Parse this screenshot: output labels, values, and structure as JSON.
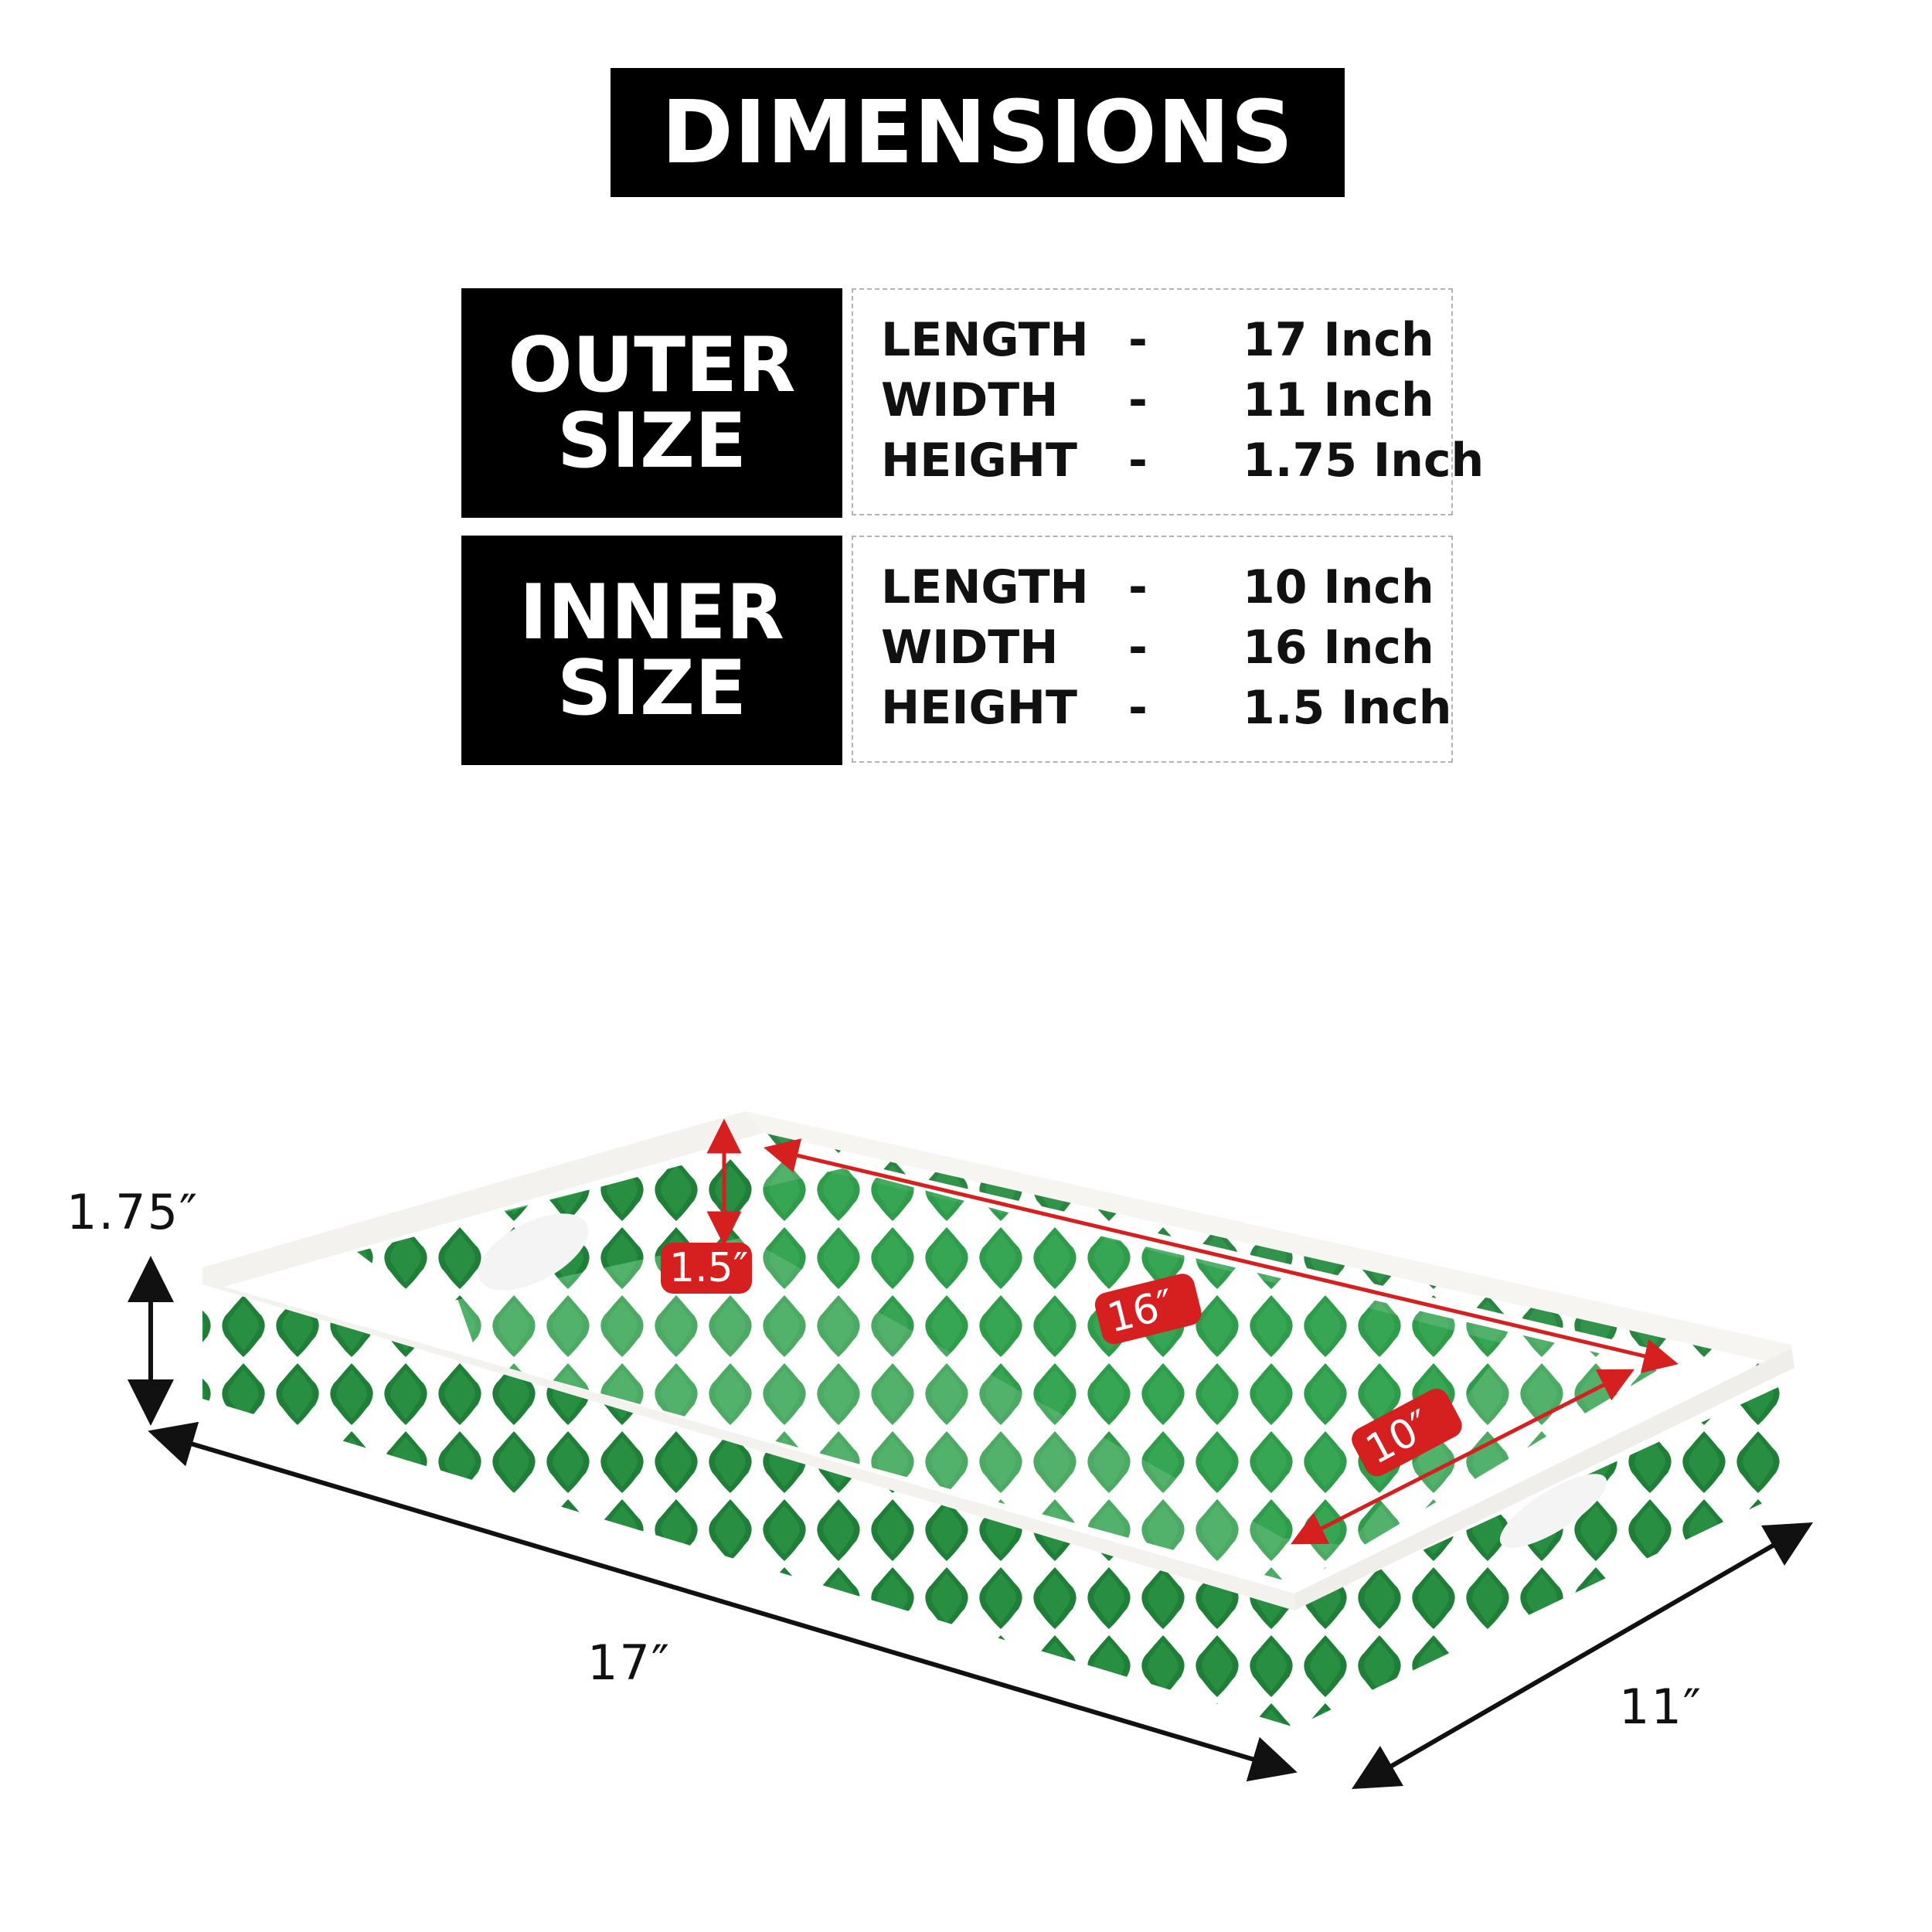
{
  "title": "DIMENSIONS",
  "outer": {
    "label_line1": "OUTER",
    "label_line2": "SIZE",
    "rows": [
      {
        "key": "LENGTH",
        "dash": "-",
        "value": "17 Inch"
      },
      {
        "key": "WIDTH",
        "dash": "-",
        "value": "11 Inch"
      },
      {
        "key": "HEIGHT",
        "dash": "-",
        "value": "1.75 Inch"
      }
    ]
  },
  "inner": {
    "label_line1": "INNER",
    "label_line2": "SIZE",
    "rows": [
      {
        "key": "LENGTH",
        "dash": "-",
        "value": "10 Inch"
      },
      {
        "key": "WIDTH",
        "dash": "-",
        "value": "16 Inch"
      },
      {
        "key": "HEIGHT",
        "dash": "-",
        "value": "1.5 Inch"
      }
    ]
  },
  "tray_labels": {
    "outer_height": "1.75″",
    "outer_length": "17″",
    "outer_width": "11″",
    "inner_height": "1.5″",
    "inner_length": "16″",
    "inner_width": "10″"
  },
  "colors": {
    "label_bg": "#000000",
    "arrow_red": "#d61f1f",
    "tray_green": "#2f9a4a",
    "tray_green_dark": "#1f7a35",
    "tray_white": "#f4f4f2"
  }
}
